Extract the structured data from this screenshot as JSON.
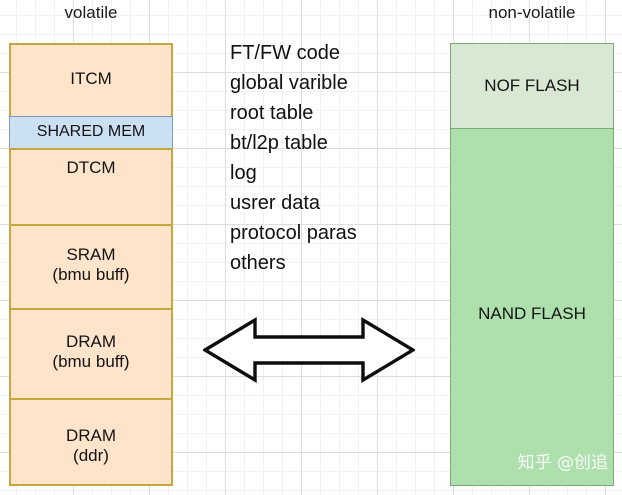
{
  "headers": {
    "left": "volatile",
    "right": "non-volatile"
  },
  "volatile_blocks": [
    {
      "label": "ITCM",
      "sub": ""
    },
    {
      "label": "SHARED MEM",
      "sub": ""
    },
    {
      "label": "DTCM",
      "sub": ""
    },
    {
      "label": "SRAM",
      "sub": "(bmu buff)"
    },
    {
      "label": "DRAM",
      "sub": "(bmu buff)"
    },
    {
      "label": "DRAM",
      "sub": "(ddr)"
    }
  ],
  "center_items": [
    "FT/FW code",
    "global varible",
    "root table",
    "bt/l2p table",
    "log",
    "usrer data",
    "protocol paras",
    "others"
  ],
  "nonvolatile_blocks": [
    {
      "label": "NOF FLASH"
    },
    {
      "label": "NAND FLASH"
    }
  ],
  "arrow": {
    "icon": "double-headed-horizontal-arrow-icon"
  },
  "watermark": "知乎 @创追",
  "colors": {
    "volatile_fill": "#fde4ca",
    "volatile_border": "#c8a63e",
    "shared_fill": "#cce0f4",
    "shared_border": "#8196c0",
    "nof_fill": "#d9e8d2",
    "nand_fill": "#ade0ad",
    "nonvolatile_border": "#7dab76",
    "grid_minor": "#f1f1f1",
    "grid_major": "#dedede",
    "text": "#141414"
  }
}
